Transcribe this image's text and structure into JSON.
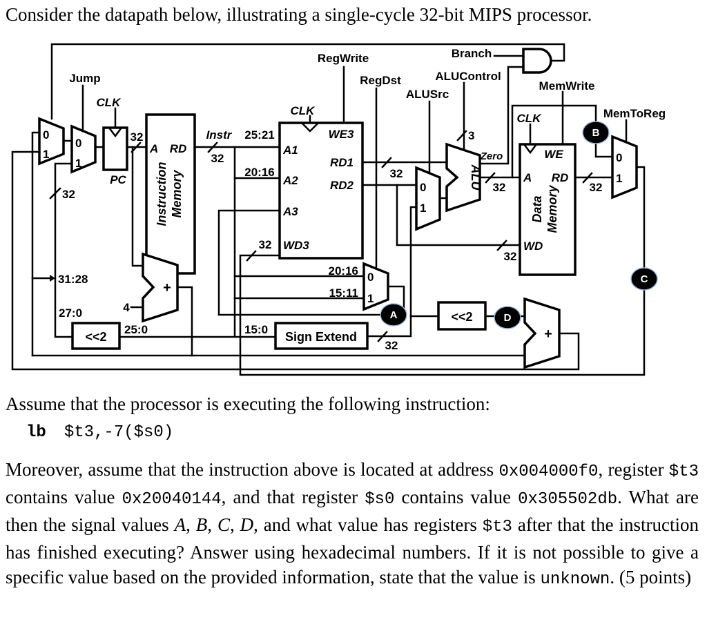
{
  "title": "Consider the datapath below, illustrating a single-cycle 32-bit MIPS processor.",
  "diagram": {
    "jump": "Jump",
    "clk": "CLK",
    "pc": "PC",
    "instr": "Instr",
    "regwrite": "RegWrite",
    "regdst": "RegDst",
    "alusrc": "ALUSrc",
    "alucontrol": "ALUControl",
    "branch": "Branch",
    "memwrite": "MemWrite",
    "memtoreg": "MemToReg",
    "imem_a": "A",
    "imem_rd": "RD",
    "imem_l1": "Instruction",
    "imem_l2": "Memory",
    "a1": "A1",
    "a2": "A2",
    "a3": "A3",
    "wd3": "WD3",
    "we3": "WE3",
    "rd1": "RD1",
    "rd2": "RD2",
    "b2521": "25:21",
    "b2016": "20:16",
    "b1511": "15:11",
    "b150": "15:0",
    "b250": "25:0",
    "b270": "27:0",
    "b3128": "31:28",
    "n32": "32",
    "n3": "3",
    "n4": "4",
    "m0": "0",
    "m1": "1",
    "plus": "+",
    "alu": "ALU",
    "zero": "Zero",
    "dm_we": "WE",
    "dm_a": "A",
    "dm_rd": "RD",
    "dm_wd": "WD",
    "dm_l1": "Data",
    "dm_l2": "Memory",
    "shl2": "<<2",
    "signext": "Sign Extend",
    "ov_a": "A",
    "ov_b": "B",
    "ov_c": "C",
    "ov_d": "D"
  },
  "text": {
    "assume": "Assume that the processor is executing the following instruction:",
    "instr_op": "lb",
    "instr_args": "$t3,-7($s0)",
    "q1": "Moreover, assume that the instruction above is located at address ",
    "addr": "0x004000f0",
    "q2": ", register ",
    "reg_t3": "$t3",
    "q3": " contains value ",
    "val_t3": "0x20040144",
    "q4": ", and that register ",
    "reg_s0": "$s0",
    "q5": " contains value ",
    "val_s0": "0x305502db",
    "q6": ". What are then the signal values ",
    "va": "A",
    "comma1": ", ",
    "vb": "B",
    "comma2": ", ",
    "vc": "C",
    "comma3": ", ",
    "vd": "D",
    "q7": ", and what value has registers ",
    "reg_t3b": "$t3",
    "q8": " after that the instruction has finished executing? Answer using hexadecimal numbers. If it is not possible to give a specific value based on the provided information, state that the value is ",
    "unknown": "unknown",
    "q9": ". (5 points)"
  }
}
